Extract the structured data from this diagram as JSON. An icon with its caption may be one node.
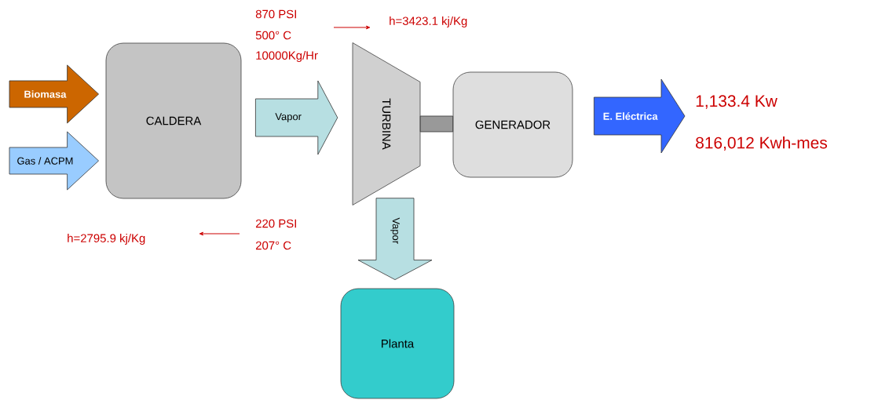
{
  "diagram": {
    "nodes": [
      {
        "text": [
          "CALDERA"
        ]
      },
      {
        "text": [
          "TURBINA"
        ]
      },
      {
        "text": [
          "GENERADOR"
        ]
      },
      {
        "text": [
          "Planta"
        ]
      }
    ],
    "edges": [
      {
        "from": null,
        "to": 0,
        "arrow": "to",
        "label": "Biomasa",
        "color": "#cc6600"
      },
      {
        "from": null,
        "to": 0,
        "arrow": "to",
        "label": "Gas / ACPM",
        "color": "#99ccff"
      },
      {
        "from": 0,
        "to": 1,
        "arrow": "to",
        "label": "Vapor",
        "color": "#b7dfe2"
      },
      {
        "from": 1,
        "to": 2,
        "arrow": "none",
        "color": "#999999"
      },
      {
        "from": 1,
        "to": 3,
        "arrow": "to",
        "label": "Vapor",
        "color": "#b7dfe2"
      },
      {
        "from": 2,
        "to": null,
        "arrow": "to",
        "label": "E. Eléctrica",
        "color": "#3366ff"
      }
    ],
    "labels": [
      "870 PSI",
      "500° C",
      "10000Kg/Hr",
      "h=3423.1 kj/Kg",
      "1,133.4 Kw",
      "816,012 Kwh-mes",
      "220 PSI",
      "207° C",
      "h=2795.9 kj/Kg"
    ]
  }
}
